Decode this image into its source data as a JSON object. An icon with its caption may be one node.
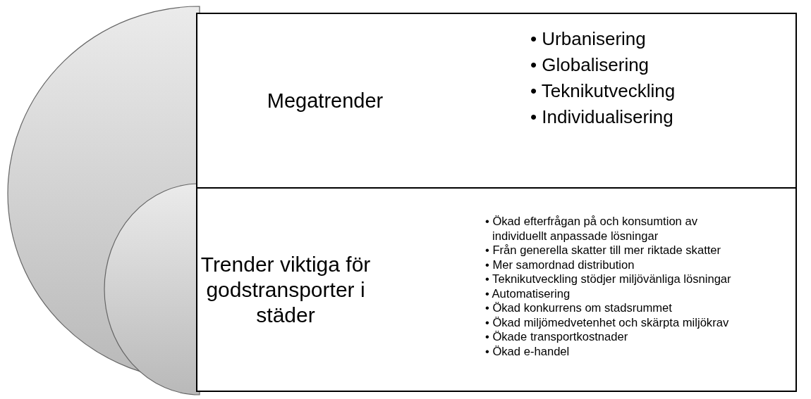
{
  "diagram": {
    "nodes": [
      {
        "text": [
          "Megatrender",
          "• Urbanisering",
          "• Globalisering",
          "• Teknikutveckling",
          "• Individualisering"
        ]
      },
      {
        "text": [
          "Trender viktiga för godstransporter i städer",
          "• Ökad efterfrågan på och konsumtion av individuellt anpassade lösningar",
          "• Från generella skatter till mer riktade skatter",
          "• Mer samordnad distribution",
          "• Teknikutveckling stödjer miljövänliga lösningar",
          "• Automatisering",
          "• Ökad konkurrens om stadsrummet",
          "• Ökad miljömedvetenhet och skärpta miljökrav",
          "• Ökade transportkostnader",
          "• Ökad e-handel"
        ]
      }
    ]
  }
}
